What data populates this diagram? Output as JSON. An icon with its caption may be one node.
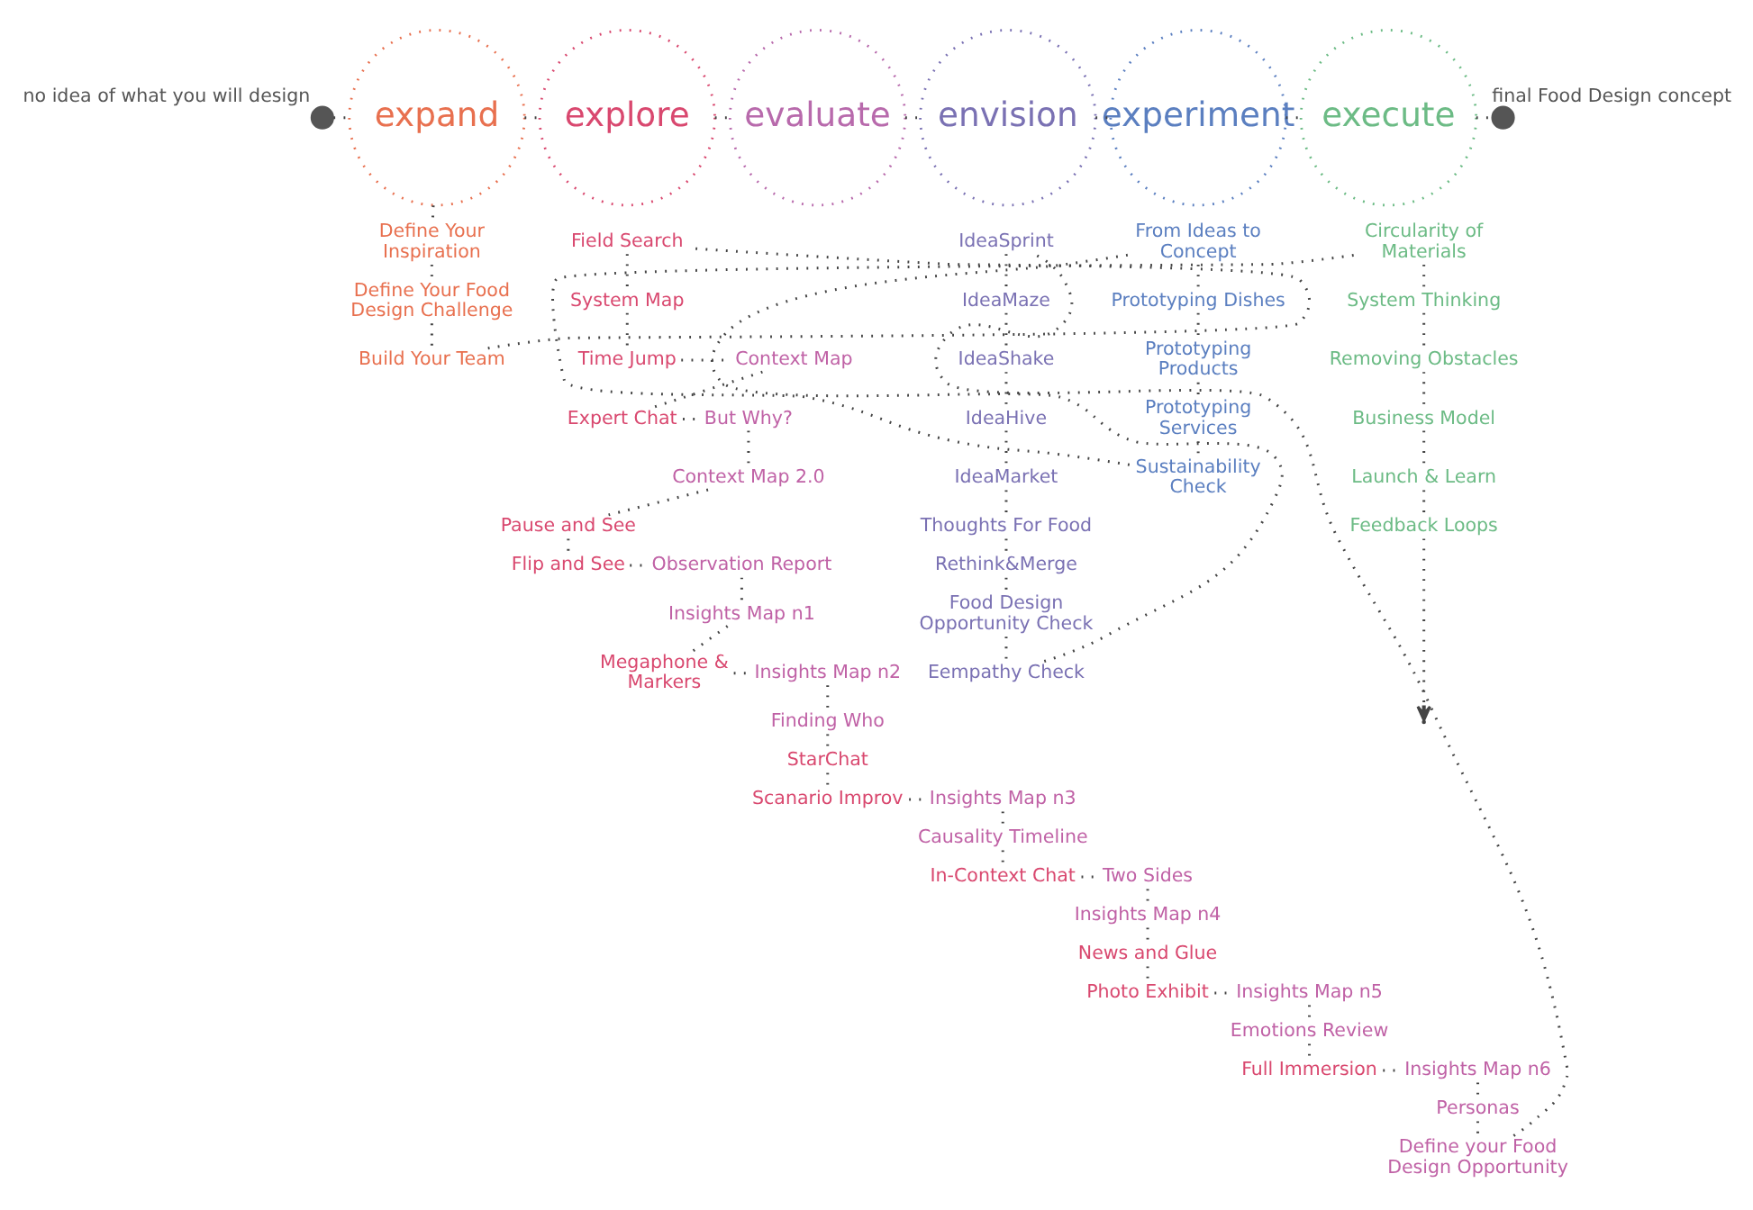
{
  "diagram": {
    "nodes": [
      {
        "text": [],
        "shape": "circle",
        "beside": [
          "no idea of what you will design"
        ]
      },
      {
        "text": [
          "expand"
        ]
      },
      {
        "text": [
          "explore"
        ]
      },
      {
        "text": [
          "evaluate"
        ]
      },
      {
        "text": [
          "envision"
        ]
      },
      {
        "text": [
          "experiment"
        ]
      },
      {
        "text": [
          "execute"
        ]
      },
      {
        "text": [],
        "shape": "circle",
        "beside": [
          "final Food Design concept"
        ]
      },
      {
        "text": [
          "Define Your Inspiration"
        ]
      },
      {
        "text": [
          "Define Your Food Design Challenge"
        ]
      },
      {
        "text": [
          "Build Your Team"
        ]
      },
      {
        "text": [
          "Field Search"
        ]
      },
      {
        "text": [
          "System Map"
        ]
      },
      {
        "text": [
          "Time Jump"
        ]
      },
      {
        "text": [
          "Context Map"
        ]
      },
      {
        "text": [
          "Expert Chat"
        ]
      },
      {
        "text": [
          "But Why?"
        ]
      },
      {
        "text": [
          "Context Map 2.0"
        ]
      },
      {
        "text": [
          "Pause and See"
        ]
      },
      {
        "text": [
          "Flip and See"
        ]
      },
      {
        "text": [
          "Observation Report"
        ]
      },
      {
        "text": [
          "Insights Map n1"
        ]
      },
      {
        "text": [
          "Megaphone & Markers"
        ]
      },
      {
        "text": [
          "Insights Map n2"
        ]
      },
      {
        "text": [
          "Finding Who"
        ]
      },
      {
        "text": [
          "StarChat"
        ]
      },
      {
        "text": [
          "Scanario Improv"
        ]
      },
      {
        "text": [
          "Insights Map n3"
        ]
      },
      {
        "text": [
          "Causality Timeline"
        ]
      },
      {
        "text": [
          "In-Context Chat"
        ]
      },
      {
        "text": [
          "Two Sides"
        ]
      },
      {
        "text": [
          "Insights Map n4"
        ]
      },
      {
        "text": [
          "News and Glue"
        ]
      },
      {
        "text": [
          "Photo Exhibit"
        ]
      },
      {
        "text": [
          "Insights Map n5"
        ]
      },
      {
        "text": [
          "Emotions Review"
        ]
      },
      {
        "text": [
          "Full Immersion"
        ]
      },
      {
        "text": [
          "Insights Map n6"
        ]
      },
      {
        "text": [
          "Personas"
        ]
      },
      {
        "text": [
          "Define your Food Design Opportunity"
        ]
      },
      {
        "text": [
          "IdeaSprint"
        ]
      },
      {
        "text": [
          "IdeaMaze"
        ]
      },
      {
        "text": [
          "IdeaShake"
        ]
      },
      {
        "text": [
          "IdeaHive"
        ]
      },
      {
        "text": [
          "IdeaMarket"
        ]
      },
      {
        "text": [
          "Thoughts For Food"
        ]
      },
      {
        "text": [
          "Rethink&Merge"
        ]
      },
      {
        "text": [
          "Food Design Opportunity Check"
        ]
      },
      {
        "text": [
          "Eempathy Check"
        ]
      },
      {
        "text": [
          "From Ideas to Concept"
        ]
      },
      {
        "text": [
          "Prototyping Dishes"
        ]
      },
      {
        "text": [
          "Prototyping Products"
        ]
      },
      {
        "text": [
          "Prototyping Services"
        ]
      },
      {
        "text": [
          "Sustainability Check"
        ]
      },
      {
        "text": [
          "Circularity of Materials"
        ]
      },
      {
        "text": [
          "System Thinking"
        ]
      },
      {
        "text": [
          "Removing Obstacles"
        ]
      },
      {
        "text": [
          "Business Model"
        ]
      },
      {
        "text": [
          "Launch & Learn"
        ]
      },
      {
        "text": [
          "Feedback Loops"
        ]
      }
    ],
    "edges": [
      {
        "from": 0,
        "to": 1,
        "arrow": "none"
      },
      {
        "from": 1,
        "to": 2,
        "arrow": "none"
      },
      {
        "from": 2,
        "to": 3,
        "arrow": "none"
      },
      {
        "from": 3,
        "to": 4,
        "arrow": "none"
      },
      {
        "from": 4,
        "to": 5,
        "arrow": "none"
      },
      {
        "from": 5,
        "to": 6,
        "arrow": "none"
      },
      {
        "from": 6,
        "to": 7,
        "arrow": "none"
      },
      {
        "from": 1,
        "to": 8,
        "arrow": "none"
      },
      {
        "from": 8,
        "to": 9,
        "arrow": "none"
      },
      {
        "from": 9,
        "to": 10,
        "arrow": "none"
      },
      {
        "from": 10,
        "to": 11,
        "arrow": "none"
      },
      {
        "from": 11,
        "to": 12,
        "arrow": "none"
      },
      {
        "from": 12,
        "to": 13,
        "arrow": "none"
      },
      {
        "from": 13,
        "to": 14,
        "arrow": "none"
      },
      {
        "from": 14,
        "to": 15,
        "arrow": "none"
      },
      {
        "from": 15,
        "to": 16,
        "arrow": "none"
      },
      {
        "from": 16,
        "to": 17,
        "arrow": "none"
      },
      {
        "from": 17,
        "to": 18,
        "arrow": "none"
      },
      {
        "from": 18,
        "to": 19,
        "arrow": "none"
      },
      {
        "from": 19,
        "to": 20,
        "arrow": "none"
      },
      {
        "from": 20,
        "to": 21,
        "arrow": "none"
      },
      {
        "from": 21,
        "to": 22,
        "arrow": "none"
      },
      {
        "from": 22,
        "to": 23,
        "arrow": "none"
      },
      {
        "from": 23,
        "to": 24,
        "arrow": "none"
      },
      {
        "from": 24,
        "to": 25,
        "arrow": "none"
      },
      {
        "from": 25,
        "to": 26,
        "arrow": "none"
      },
      {
        "from": 26,
        "to": 27,
        "arrow": "none"
      },
      {
        "from": 27,
        "to": 28,
        "arrow": "none"
      },
      {
        "from": 28,
        "to": 29,
        "arrow": "none"
      },
      {
        "from": 29,
        "to": 30,
        "arrow": "none"
      },
      {
        "from": 30,
        "to": 31,
        "arrow": "none"
      },
      {
        "from": 31,
        "to": 32,
        "arrow": "none"
      },
      {
        "from": 32,
        "to": 33,
        "arrow": "none"
      },
      {
        "from": 33,
        "to": 34,
        "arrow": "none"
      },
      {
        "from": 34,
        "to": 35,
        "arrow": "none"
      },
      {
        "from": 35,
        "to": 36,
        "arrow": "none"
      },
      {
        "from": 36,
        "to": 37,
        "arrow": "none"
      },
      {
        "from": 37,
        "to": 38,
        "arrow": "none"
      },
      {
        "from": 38,
        "to": 39,
        "arrow": "none"
      },
      {
        "from": 39,
        "to": 40,
        "arrow": "none"
      },
      {
        "from": 40,
        "to": 41,
        "arrow": "none"
      },
      {
        "from": 41,
        "to": 42,
        "arrow": "none"
      },
      {
        "from": 42,
        "to": 43,
        "arrow": "none"
      },
      {
        "from": 43,
        "to": 44,
        "arrow": "none"
      },
      {
        "from": 44,
        "to": 45,
        "arrow": "none"
      },
      {
        "from": 45,
        "to": 46,
        "arrow": "none"
      },
      {
        "from": 46,
        "to": 47,
        "arrow": "none"
      },
      {
        "from": 47,
        "to": 48,
        "arrow": "none"
      },
      {
        "from": 48,
        "to": 49,
        "arrow": "none"
      },
      {
        "from": 49,
        "to": 50,
        "arrow": "none"
      },
      {
        "from": 50,
        "to": 51,
        "arrow": "none"
      },
      {
        "from": 51,
        "to": 52,
        "arrow": "none"
      },
      {
        "from": 52,
        "to": 53,
        "arrow": "none"
      },
      {
        "from": 53,
        "to": 54,
        "arrow": "none"
      },
      {
        "from": 54,
        "to": 55,
        "arrow": "none"
      },
      {
        "from": 55,
        "to": 56,
        "arrow": "none"
      },
      {
        "from": 56,
        "to": 57,
        "arrow": "none"
      },
      {
        "from": 57,
        "to": 58,
        "arrow": "none"
      },
      {
        "from": 58,
        "to": 59,
        "arrow": "none"
      },
      {
        "from": 59,
        "to": null,
        "arrow": "to"
      }
    ]
  }
}
